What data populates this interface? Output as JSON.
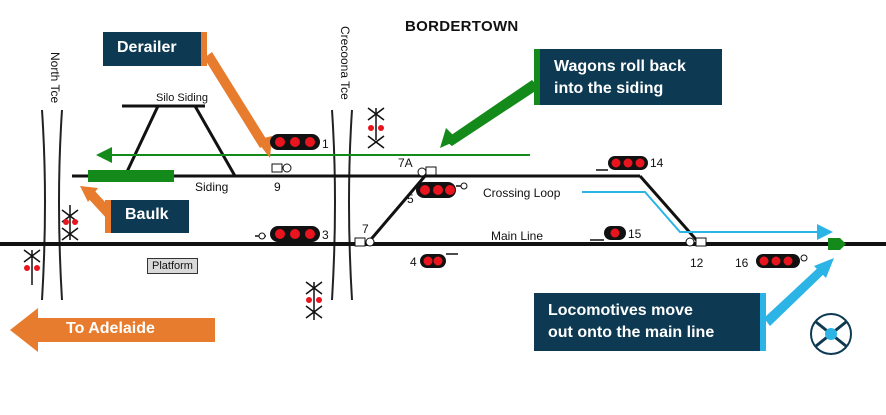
{
  "title": "BORDERTOWN",
  "streets": {
    "north": "North Tce",
    "crecoona": "Crecoona Tce"
  },
  "track_labels": {
    "silo_siding": "Silo Siding",
    "siding": "Siding",
    "crossing_loop": "Crossing Loop",
    "main_line": "Main Line",
    "platform": "Platform"
  },
  "signal_numbers": [
    "1",
    "9",
    "3",
    "7A",
    "5",
    "7",
    "4",
    "14",
    "15",
    "12",
    "16"
  ],
  "callouts": {
    "derailer": "Derailer",
    "baulk": "Baulk",
    "wagons_line1": "Wagons roll back",
    "wagons_line2": "into the siding",
    "loco_line1": "Locomotives move",
    "loco_line2": "out onto the main line",
    "to_adelaide": "To Adelaide"
  },
  "colors": {
    "navy": "#0d3a52",
    "orange": "#e87c2e",
    "green": "#138a1a",
    "blue": "#2cb4e6",
    "signal_red": "#e8141e",
    "track": "#111111"
  },
  "icons": [
    "compass-logo-icon",
    "level-crossing-icon"
  ]
}
